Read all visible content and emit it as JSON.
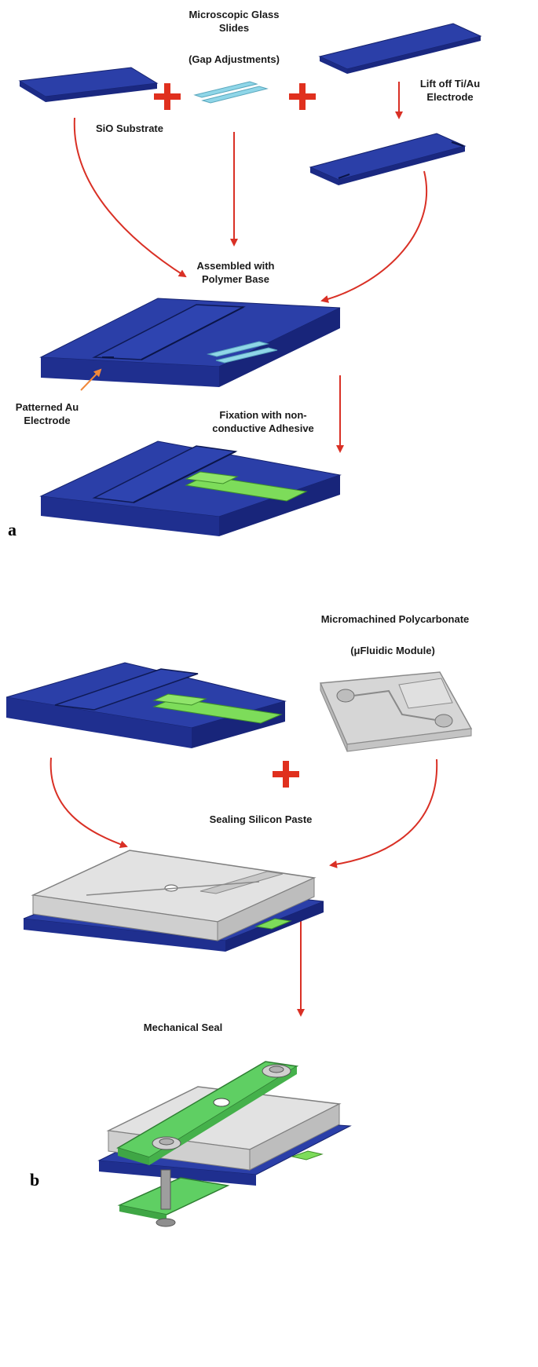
{
  "panel_a": {
    "letter": "a",
    "labels": {
      "glass_slides_line1": "Microscopic Glass",
      "glass_slides_line2": "Slides",
      "gap_adjustments": "(Gap Adjustments)",
      "lift_off_line1": "Lift off Ti/Au",
      "lift_off_line2": "Electrode",
      "sio_substrate": "SiO Substrate",
      "assembled_line1": "Assembled with",
      "assembled_line2": "Polymer Base",
      "patterned_line1": "Patterned Au",
      "patterned_line2": "Electrode",
      "fixation_line1": "Fixation with non-",
      "fixation_line2": "conductive Adhesive"
    }
  },
  "panel_b": {
    "letter": "b",
    "labels": {
      "polycarbonate": "Micromachined Polycarbonate",
      "fluidic_module": "(μFluidic Module)",
      "sealing": "Sealing Silicon Paste",
      "mechanical_seal": "Mechanical Seal"
    }
  },
  "colors": {
    "substrate_top": "#2b3fa8",
    "substrate_side": "#1c2b86",
    "glass": "#8fd6e8",
    "adhesive": "#7ddc5a",
    "polycarbonate": "#d6d6d6",
    "arrow": "#d93025",
    "plus": "#e0301e",
    "pointer": "#f0883a"
  }
}
